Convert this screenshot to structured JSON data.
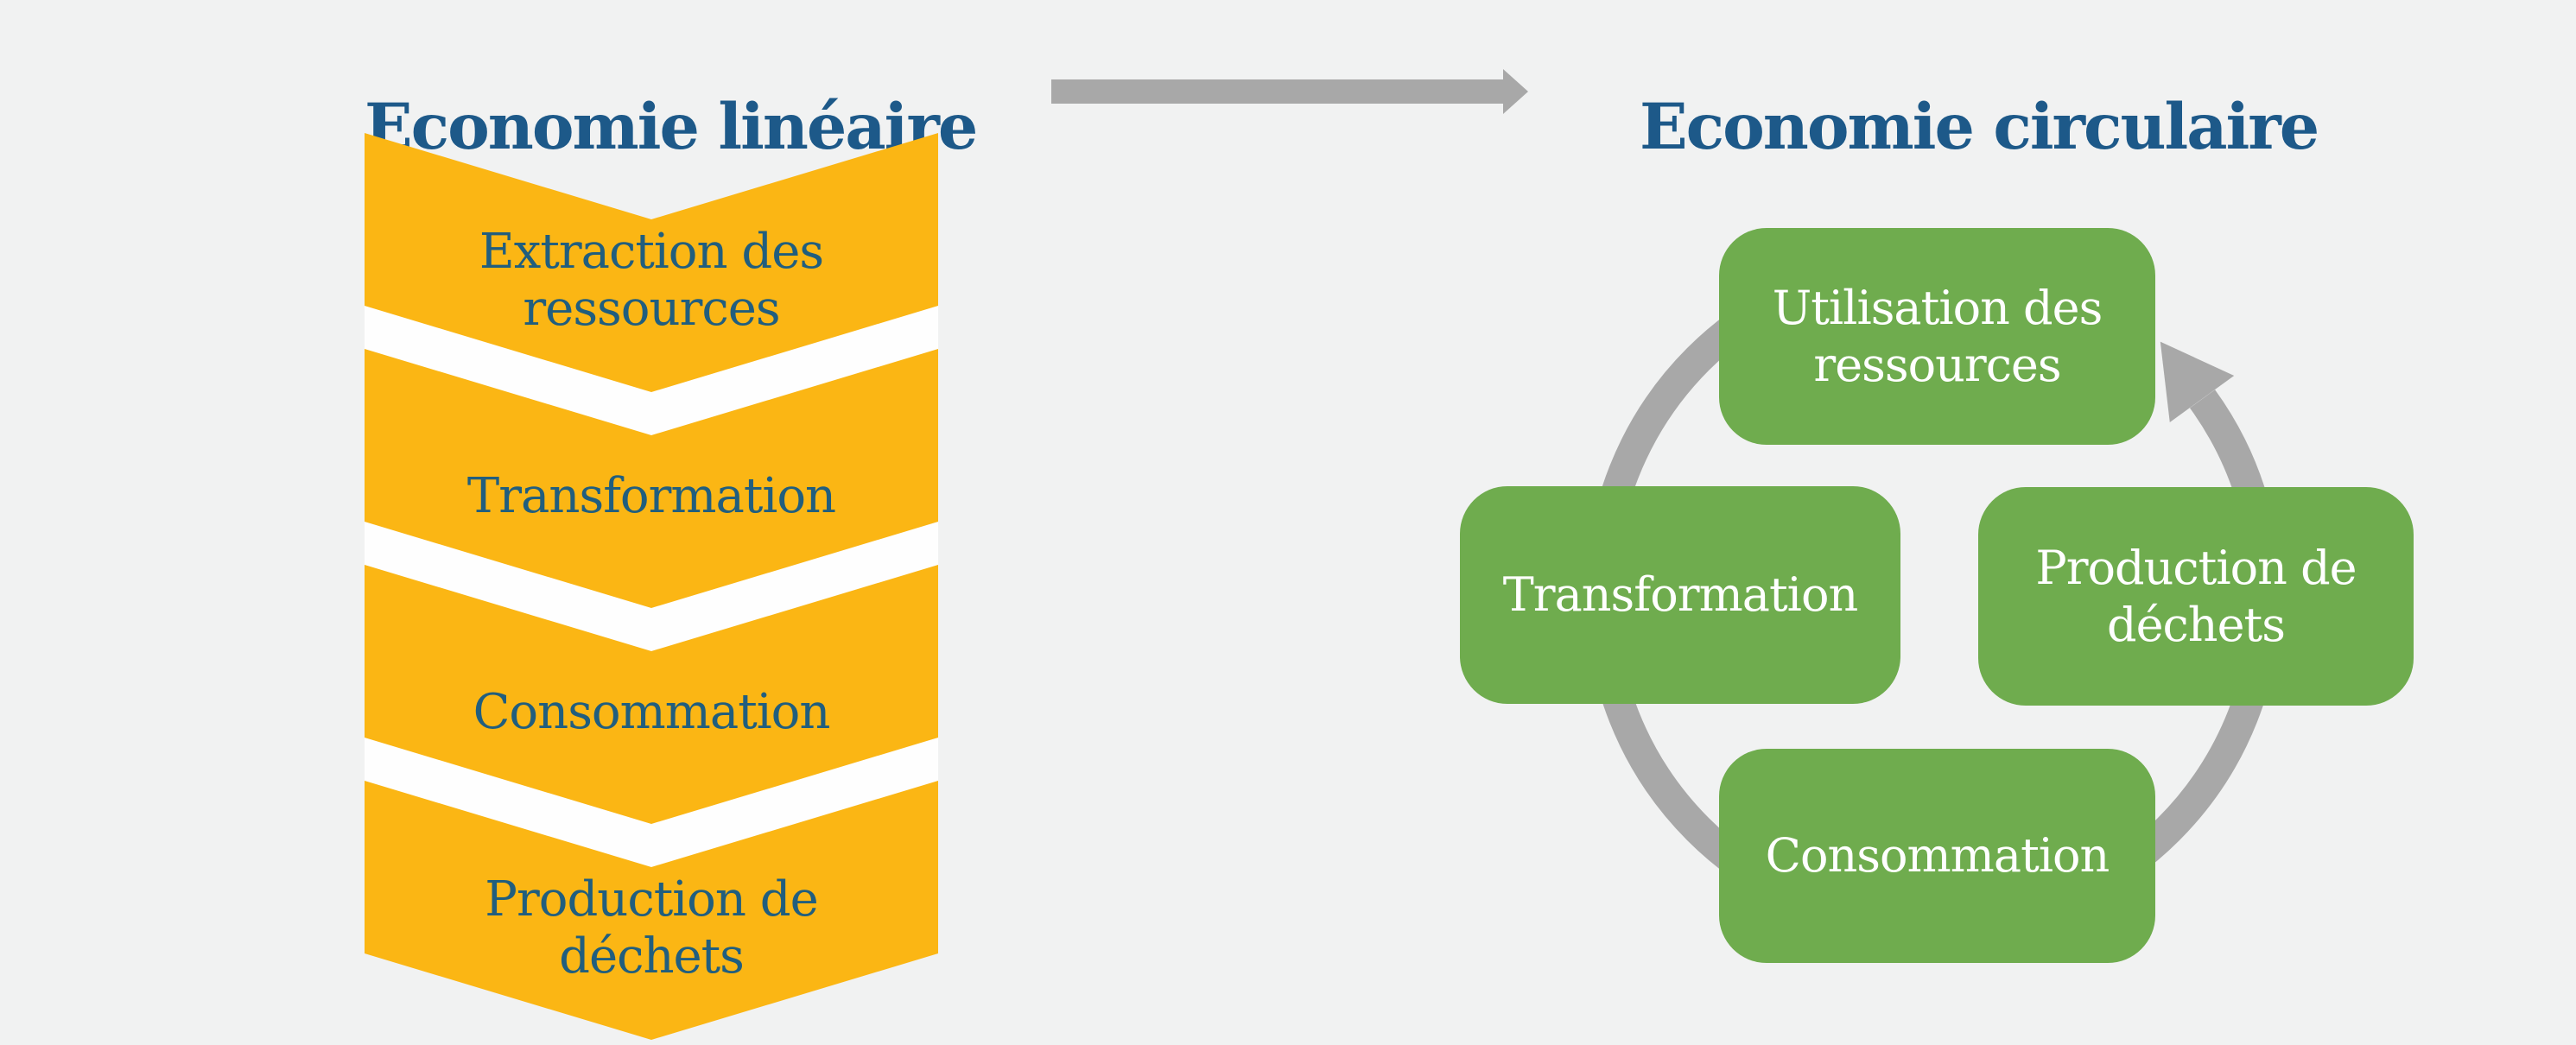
{
  "background_color": "#F1F2F2",
  "gap_band_color": "#FEFEFE",
  "linear": {
    "title": "Economie linéaire",
    "title_color": "#1D5989",
    "chevron_color": "#FBB614",
    "label_color": "#215E7E",
    "steps": [
      "Extraction des ressources",
      "Transformation",
      "Consommation",
      "Production de déchets"
    ]
  },
  "transition_arrow": {
    "icon": "right-arrow-icon",
    "color": "#A8A8A8"
  },
  "circular": {
    "title": "Economie circulaire",
    "title_color": "#1D5989",
    "ring": {
      "color": "#A8A8A8",
      "direction": "counterclockwise",
      "icon": "cycle-arrowhead-icon"
    },
    "box_color": "#6FAC4E",
    "box_label_color": "#FFFFFF",
    "steps": [
      {
        "label": "Utilisation des ressources",
        "position": "top"
      },
      {
        "label": "Transformation",
        "position": "left"
      },
      {
        "label": "Consommation",
        "position": "bottom"
      },
      {
        "label": "Production de déchets",
        "position": "right"
      }
    ]
  }
}
